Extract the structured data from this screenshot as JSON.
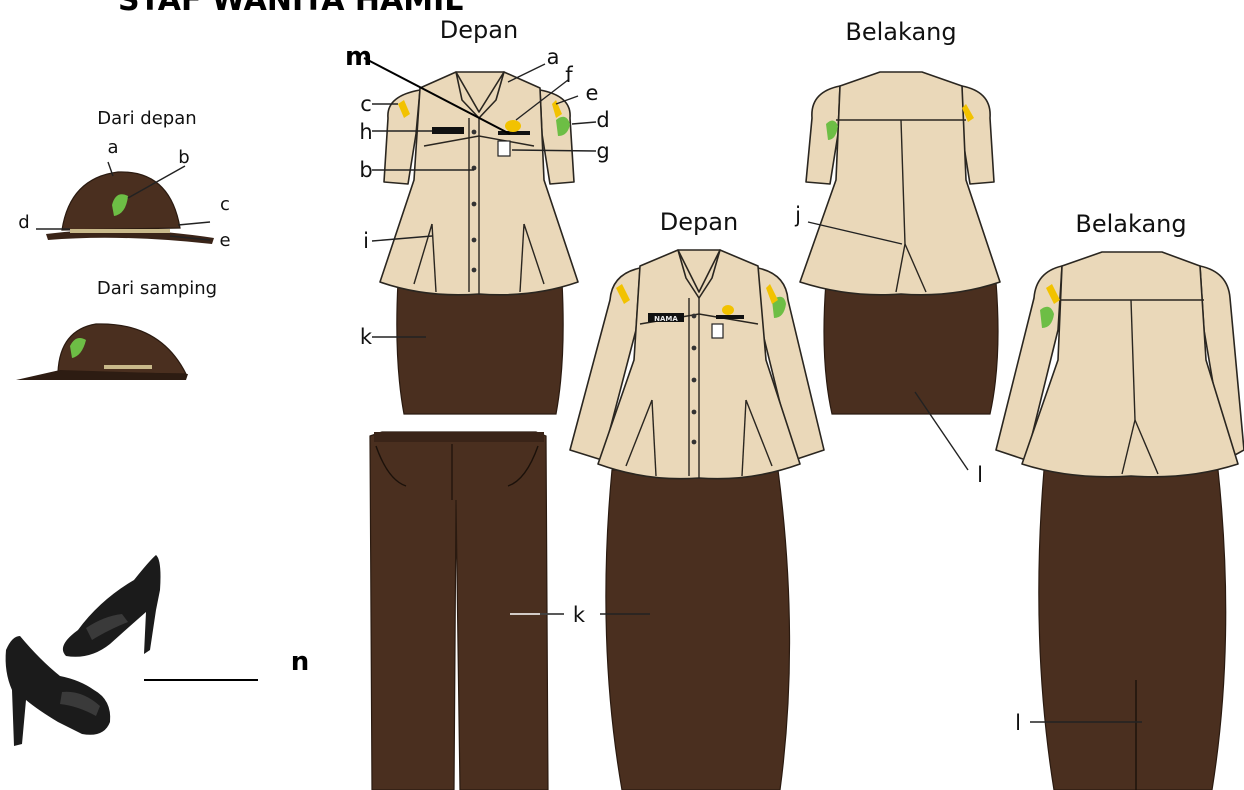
{
  "header": {
    "title": "STAF WANITA HAMIL"
  },
  "cap": {
    "front_title": "Dari depan",
    "side_title": "Dari samping",
    "labels": {
      "a": "a",
      "b": "b",
      "c": "c",
      "d": "d",
      "e": "e"
    }
  },
  "uniform_short": {
    "front_title": "Depan",
    "back_title": "Belakang",
    "labels": {
      "m": "m",
      "a": "a",
      "f": "f",
      "e": "e",
      "c": "c",
      "d": "d",
      "h": "h",
      "g": "g",
      "b": "b",
      "i": "i",
      "k": "k",
      "j": "j",
      "l": "l"
    }
  },
  "uniform_long": {
    "front_title": "Depan",
    "back_title": "Belakang",
    "name_tag": "NAMA",
    "labels": {
      "k": "k",
      "l": "l"
    }
  },
  "shoes": {
    "label": "n"
  },
  "colors": {
    "shirt": "#EAD8B9",
    "brown": "#4A2F1F",
    "emblem_green": "#6DBE45",
    "rank_gold": "#F2C200"
  }
}
